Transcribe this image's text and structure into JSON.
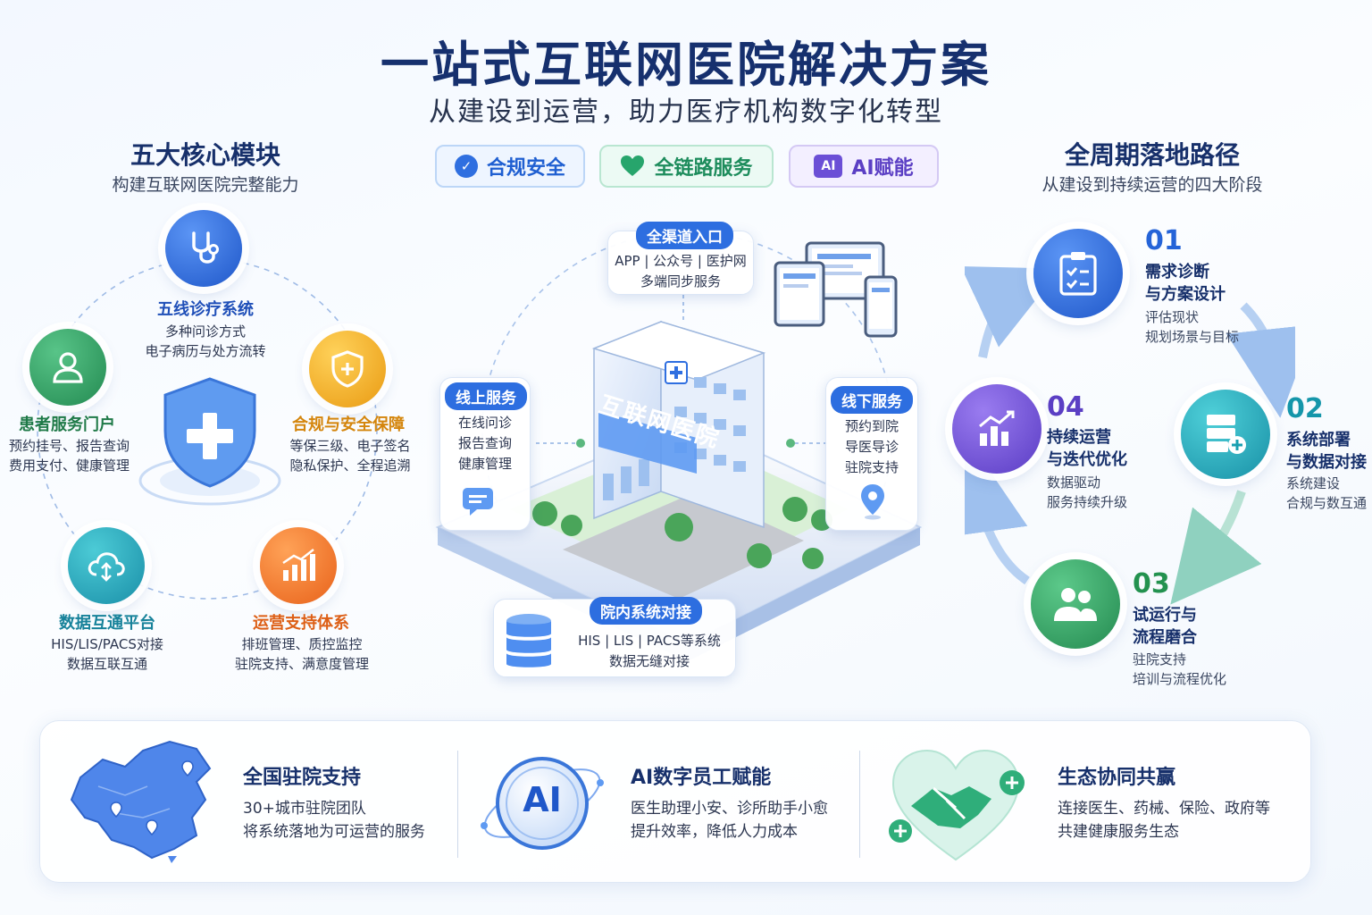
{
  "header": {
    "title": "一站式互联网医院解决方案",
    "subtitle": "从建设到运营，助力医疗机构数字化转型"
  },
  "badges": [
    {
      "label": "合规安全",
      "icon": "check-circle-icon"
    },
    {
      "label": "全链路服务",
      "icon": "heart-icon"
    },
    {
      "label": "AI赋能",
      "icon": "ai-icon",
      "icon_text": "AI"
    }
  ],
  "modules": {
    "title": "五大核心模块",
    "subtitle": "构建互联网医院完整能力",
    "items": [
      {
        "title": "五线诊疗系统",
        "desc": [
          "多种问诊方式",
          "电子病历与处方流转"
        ],
        "icon": "stethoscope-icon",
        "color": "#2f6fe0"
      },
      {
        "title": "患者服务门户",
        "desc": [
          "预约挂号、报告查询",
          "费用支付、健康管理"
        ],
        "icon": "user-icon",
        "color": "#2d9a5e"
      },
      {
        "title": "合规与安全保障",
        "desc": [
          "等保三级、电子签名",
          "隐私保护、全程追溯"
        ],
        "icon": "shield-plus-icon",
        "color": "#e9a319"
      },
      {
        "title": "数据互通平台",
        "desc": [
          "HIS/LIS/PACS对接",
          "数据互联互通"
        ],
        "icon": "cloud-sync-icon",
        "color": "#1a8fa8"
      },
      {
        "title": "运营支持体系",
        "desc": [
          "排班管理、质控监控",
          "驻院支持、满意度管理"
        ],
        "icon": "growth-chart-icon",
        "color": "#e86a1f"
      }
    ]
  },
  "center": {
    "hospital_label": "互联网医院",
    "channels": {
      "title": "全渠道入口",
      "desc": [
        "APP | 公众号 | 医护网",
        "多端同步服务"
      ]
    },
    "online": {
      "title": "线上服务",
      "desc": [
        "在线问诊",
        "报告查询",
        "健康管理"
      ]
    },
    "offline": {
      "title": "线下服务",
      "desc": [
        "预约到院",
        "导医导诊",
        "驻院支持"
      ]
    },
    "integration": {
      "title": "院内系统对接",
      "desc": [
        "HIS | LIS | PACS等系统",
        "数据无缝对接"
      ]
    }
  },
  "stages": {
    "title": "全周期落地路径",
    "subtitle": "从建设到持续运营的四大阶段",
    "items": [
      {
        "num": "01",
        "title": [
          "需求诊断",
          "与方案设计"
        ],
        "desc": [
          "评估现状",
          "规划场景与目标"
        ],
        "icon": "clipboard-check-icon",
        "color": "#2f6fe0"
      },
      {
        "num": "02",
        "title": [
          "系统部署",
          "与数据对接"
        ],
        "desc": [
          "系统建设",
          "合规与数互通"
        ],
        "icon": "server-icon",
        "color": "#1a9fb0"
      },
      {
        "num": "03",
        "title": [
          "试运行与",
          "流程磨合"
        ],
        "desc": [
          "驻院支持",
          "培训与流程优化"
        ],
        "icon": "team-icon",
        "color": "#2d9a5e"
      },
      {
        "num": "04",
        "title": [
          "持续运营",
          "与迭代优化"
        ],
        "desc": [
          "数据驱动",
          "服务持续升级"
        ],
        "icon": "bar-growth-icon",
        "color": "#6b4fd6"
      }
    ]
  },
  "bottom": [
    {
      "title": "全国驻院支持",
      "desc": [
        "30+城市驻院团队",
        "将系统落地为可运营的服务"
      ],
      "icon": "china-map-icon"
    },
    {
      "title": "AI数字员工赋能",
      "desc": [
        "医生助理小安、诊所助手小愈",
        "提升效率，降低人力成本"
      ],
      "icon": "ai-orb-icon",
      "icon_text": "AI"
    },
    {
      "title": "生态协同共赢",
      "desc": [
        "连接医生、药械、保险、政府等",
        "共建健康服务生态"
      ],
      "icon": "handshake-icon"
    }
  ]
}
